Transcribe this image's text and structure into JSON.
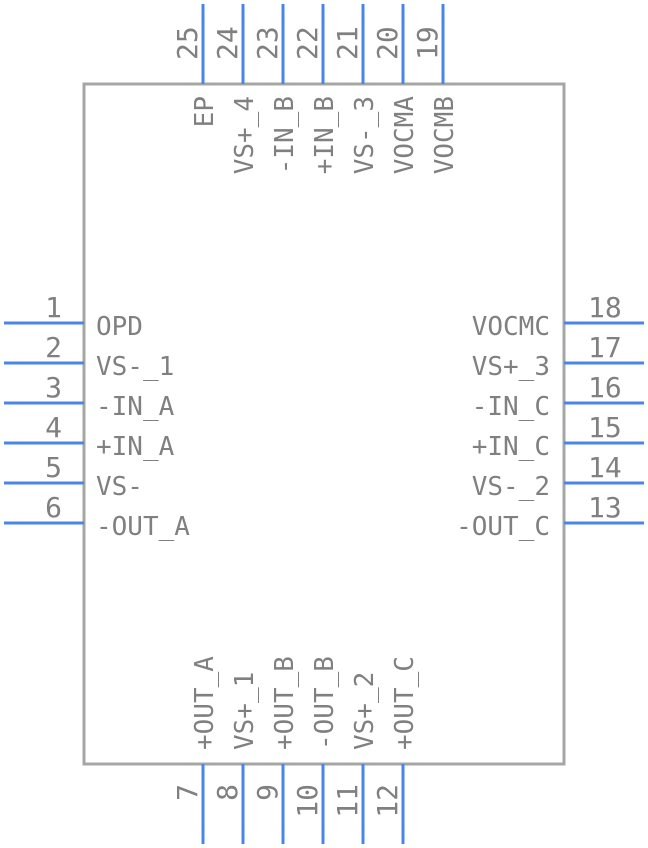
{
  "colors": {
    "pin": "#4a86e8",
    "outline": "#a6a6a6",
    "text": "#808080",
    "background": "#ffffff"
  },
  "pins": {
    "left": [
      {
        "number": "1",
        "name": "OPD"
      },
      {
        "number": "2",
        "name": "VS-_1"
      },
      {
        "number": "3",
        "name": "-IN_A"
      },
      {
        "number": "4",
        "name": "+IN_A"
      },
      {
        "number": "5",
        "name": "VS-"
      },
      {
        "number": "6",
        "name": "-OUT_A"
      }
    ],
    "right": [
      {
        "number": "18",
        "name": "VOCMC"
      },
      {
        "number": "17",
        "name": "VS+_3"
      },
      {
        "number": "16",
        "name": "-IN_C"
      },
      {
        "number": "15",
        "name": "+IN_C"
      },
      {
        "number": "14",
        "name": "VS-_2"
      },
      {
        "number": "13",
        "name": "-OUT_C"
      }
    ],
    "bottom": [
      {
        "number": "7",
        "name": "+OUT_A"
      },
      {
        "number": "8",
        "name": "VS+_1"
      },
      {
        "number": "9",
        "name": "+OUT_B"
      },
      {
        "number": "10",
        "name": "-OUT_B"
      },
      {
        "number": "11",
        "name": "VS+_2"
      },
      {
        "number": "12",
        "name": "+OUT_C"
      }
    ],
    "top": [
      {
        "number": "25",
        "name": "EP"
      },
      {
        "number": "24",
        "name": "VS+_4"
      },
      {
        "number": "23",
        "name": "-IN_B"
      },
      {
        "number": "22",
        "name": "+IN_B"
      },
      {
        "number": "21",
        "name": "VS-_3"
      },
      {
        "number": "20",
        "name": "VOCMA"
      },
      {
        "number": "19",
        "name": "VOCMB"
      }
    ]
  }
}
